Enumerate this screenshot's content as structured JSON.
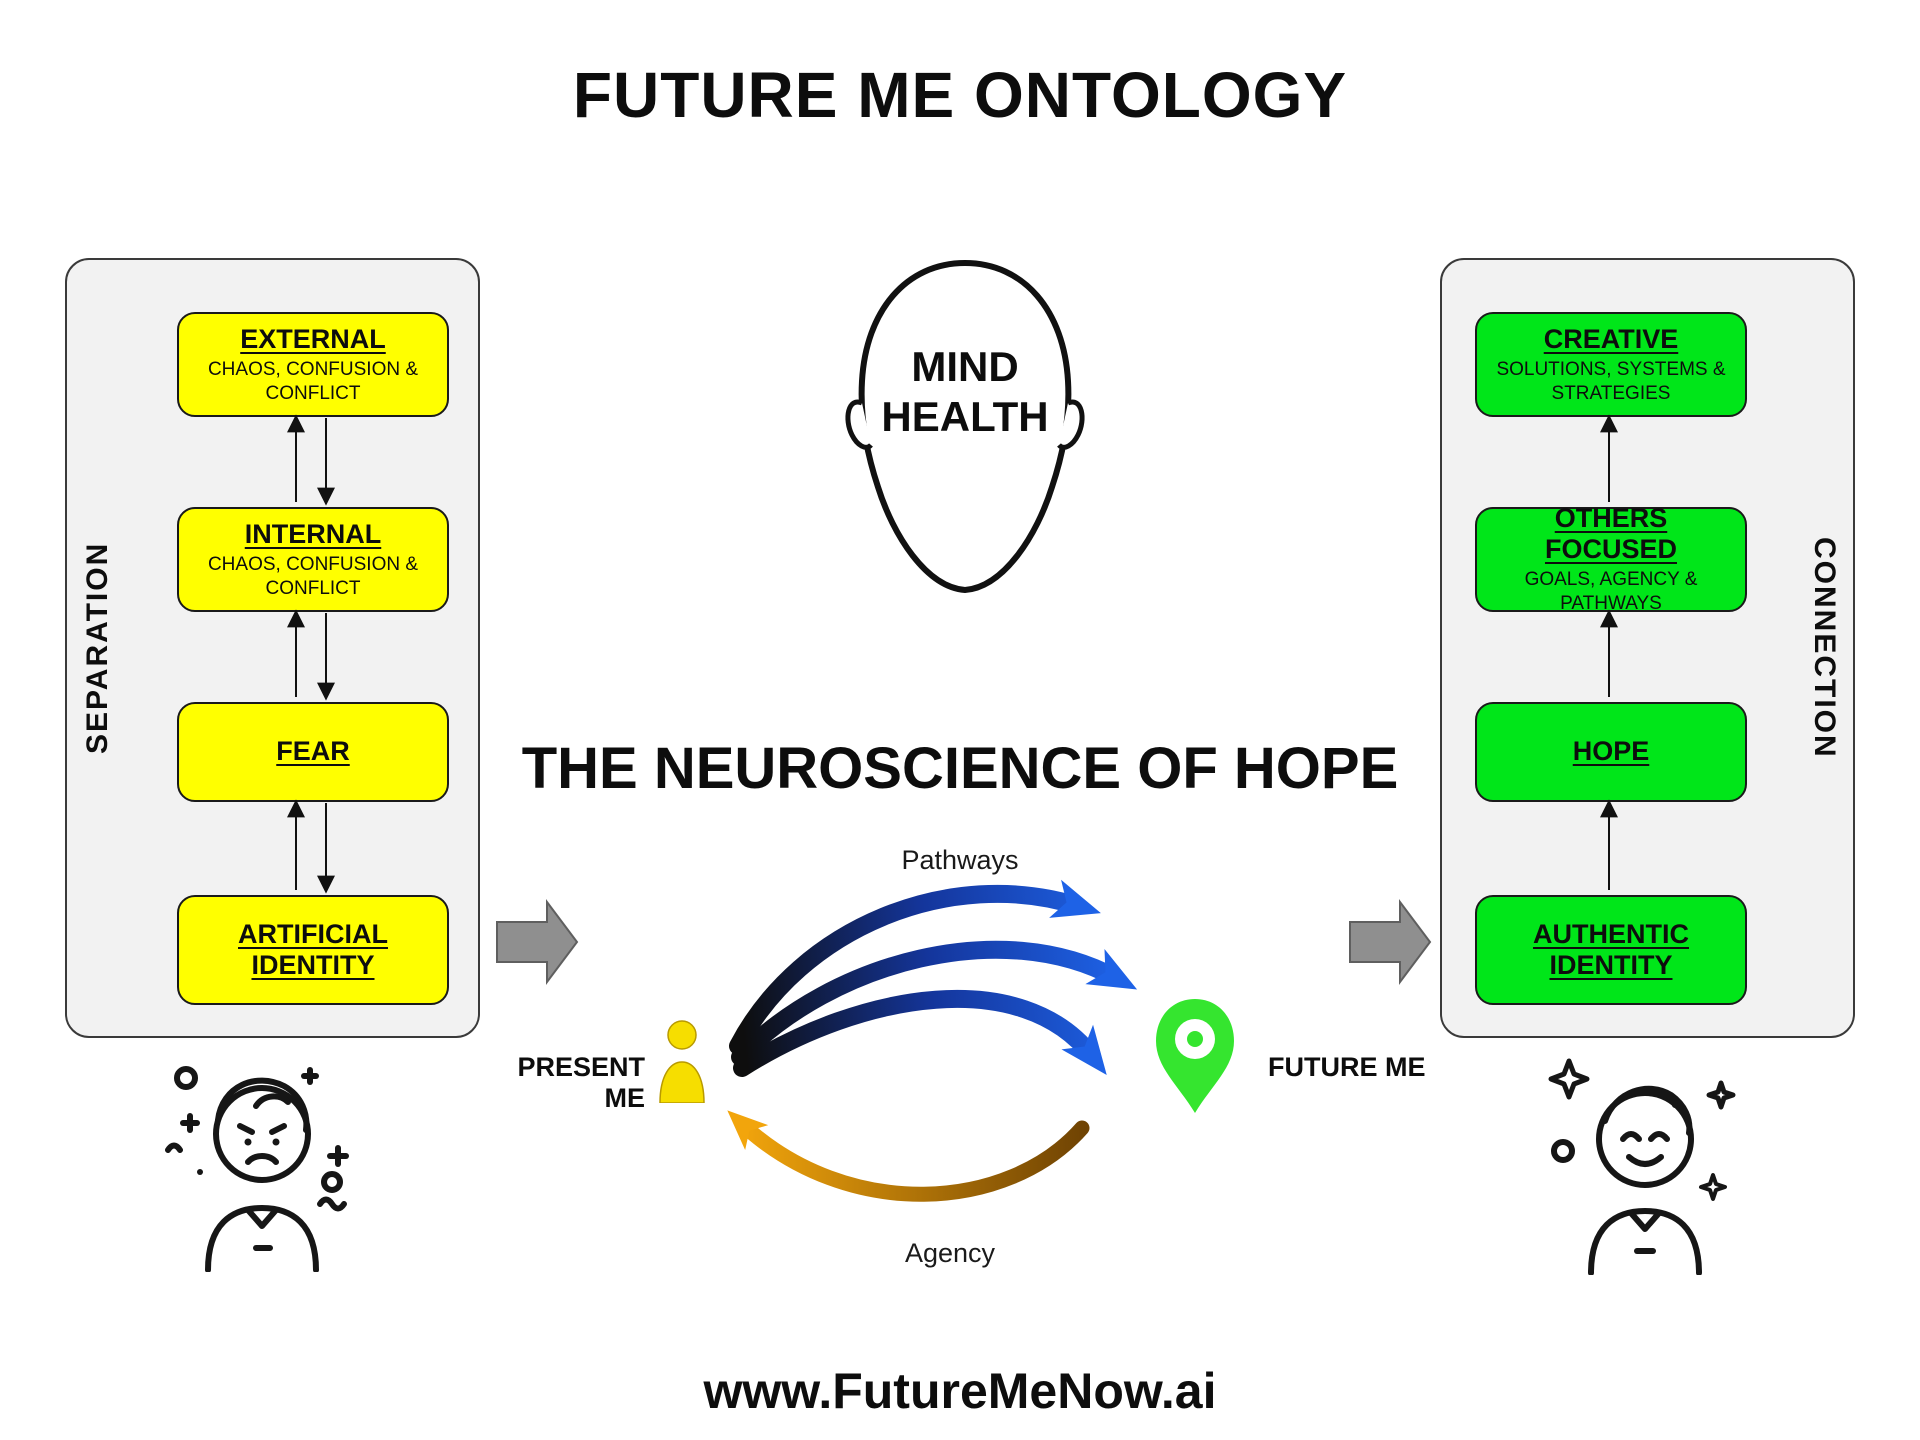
{
  "title": "FUTURE ME ONTOLOGY",
  "footer_url": "www.FutureMeNow.ai",
  "colors": {
    "separation_box": "#FFFF00",
    "connection_box": "#00E619",
    "panel_bg": "#F2F2F2",
    "arrow_blue": "#1E62E6",
    "arrow_orange": "#F2A50C",
    "gray_arrow": "#8F8F8F"
  },
  "separation_panel": {
    "label": "SEPARATION",
    "boxes": [
      {
        "title": "EXTERNAL",
        "subtitle": "CHAOS, CONFUSION & CONFLICT"
      },
      {
        "title": "INTERNAL",
        "subtitle": "CHAOS, CONFUSION & CONFLICT"
      },
      {
        "title": "FEAR",
        "subtitle": ""
      },
      {
        "title": "ARTIFICIAL IDENTITY",
        "subtitle": ""
      }
    ]
  },
  "connection_panel": {
    "label": "CONNECTION",
    "boxes": [
      {
        "title": "CREATIVE",
        "subtitle": "SOLUTIONS, SYSTEMS & STRATEGIES"
      },
      {
        "title": "OTHERS FOCUSED",
        "subtitle": "GOALS, AGENCY & PATHWAYS"
      },
      {
        "title": "HOPE",
        "subtitle": ""
      },
      {
        "title": "AUTHENTIC IDENTITY",
        "subtitle": ""
      }
    ]
  },
  "mind_health": {
    "line1": "MIND",
    "line2": "HEALTH"
  },
  "hope_section": {
    "heading": "THE NEUROSCIENCE OF HOPE",
    "pathways_label": "Pathways",
    "agency_label": "Agency",
    "present_me_label": "PRESENT ME",
    "future_me_label": "FUTURE ME"
  }
}
